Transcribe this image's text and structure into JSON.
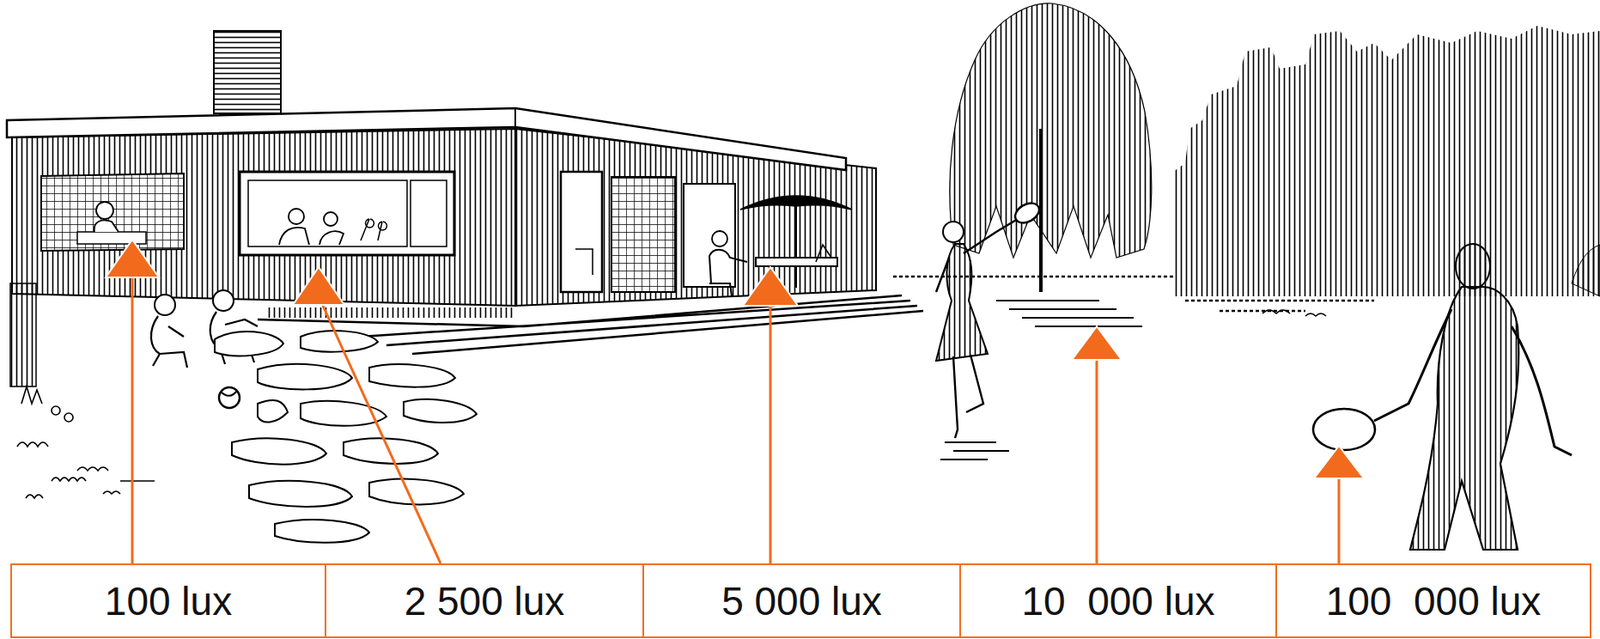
{
  "diagram": {
    "nodes": [
      {
        "text": [
          "100 lux"
        ]
      },
      {
        "text": [
          "2 500 lux"
        ]
      },
      {
        "text": [
          "5 000 lux"
        ]
      },
      {
        "text": [
          "10  000 lux"
        ]
      },
      {
        "text": [
          "100  000 lux"
        ]
      }
    ]
  }
}
